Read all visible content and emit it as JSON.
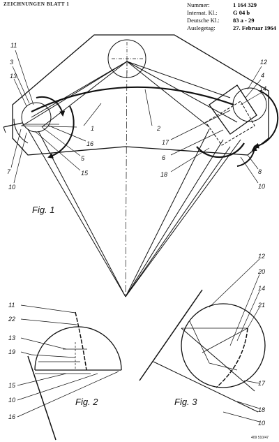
{
  "header": {
    "sheet_label": "ZEICHNUNGEN BLATT 1",
    "fields": [
      {
        "key": "Nummer:",
        "value": "1 164 329"
      },
      {
        "key": "Internat. Kl.:",
        "value": "G 04 b"
      },
      {
        "key": "Deutsche Kl.:",
        "value": "83 a - 29"
      },
      {
        "key": "Auslegetag:",
        "value": "27. Februar 1964"
      }
    ]
  },
  "figures": {
    "fig1": "Fig. 1",
    "fig2": "Fig. 2",
    "fig3": "Fig. 3"
  },
  "fig1_labels": {
    "l11": "11",
    "l3": "3",
    "l13": "13",
    "l7": "7",
    "l10": "10",
    "l1": "1",
    "l2": "2",
    "l16": "16",
    "l5": "5",
    "l15": "15",
    "l12": "12",
    "l4": "4",
    "l14": "14",
    "l17": "17",
    "l6": "6",
    "l18": "18",
    "l8": "8",
    "l10b": "10"
  },
  "fig2_labels": {
    "l11": "11",
    "l22": "22",
    "l13": "13",
    "l19": "19",
    "l15": "15",
    "l10": "10",
    "l16": "16"
  },
  "fig3_labels": {
    "l12": "12",
    "l20": "20",
    "l14": "14",
    "l21": "21",
    "l17": "17",
    "l18": "18",
    "l10": "10"
  },
  "footer_stamp": "409 510/47"
}
